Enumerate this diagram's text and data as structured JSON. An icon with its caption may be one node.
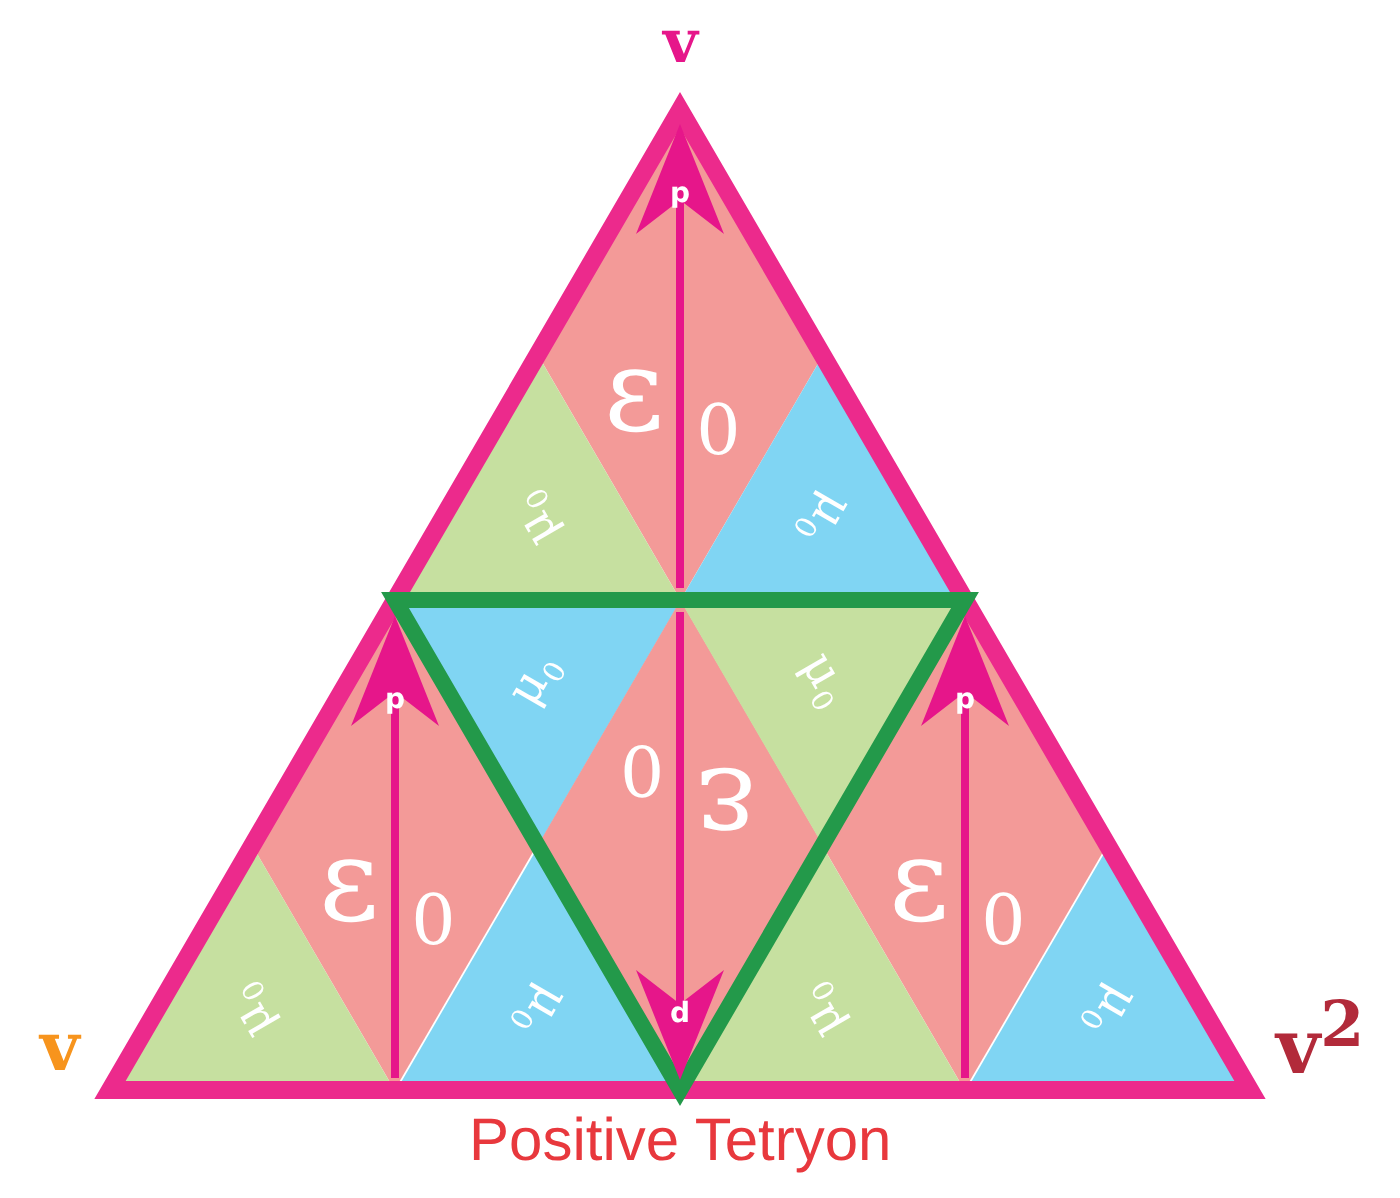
{
  "diagram": {
    "caption": "Positive Tetryon",
    "nodes": [
      {
        "text": [
          "ε$_{0}$"
        ]
      },
      {
        "text": [
          "μ$_{0}$"
        ]
      },
      {
        "text": [
          "μ$_{0}$"
        ]
      },
      {
        "text": [
          "ε$_{0}$"
        ]
      },
      {
        "text": [
          "μ$_{0}$"
        ]
      },
      {
        "text": [
          "ε$_{0}$"
        ]
      },
      {
        "text": [
          "μ$_{0}$"
        ]
      },
      {
        "text": [
          "ε$_{0}$"
        ]
      },
      {
        "text": [
          "μ$_{0}$"
        ]
      },
      {
        "text": [
          "μ$_{0}$"
        ]
      },
      {
        "text": [
          "μ$_{0}$"
        ]
      },
      {
        "text": [
          "μ$_{0}$"
        ]
      }
    ],
    "labels": [
      "v",
      "p",
      "p",
      "d",
      "p",
      "v",
      "v$^{2}$"
    ]
  }
}
